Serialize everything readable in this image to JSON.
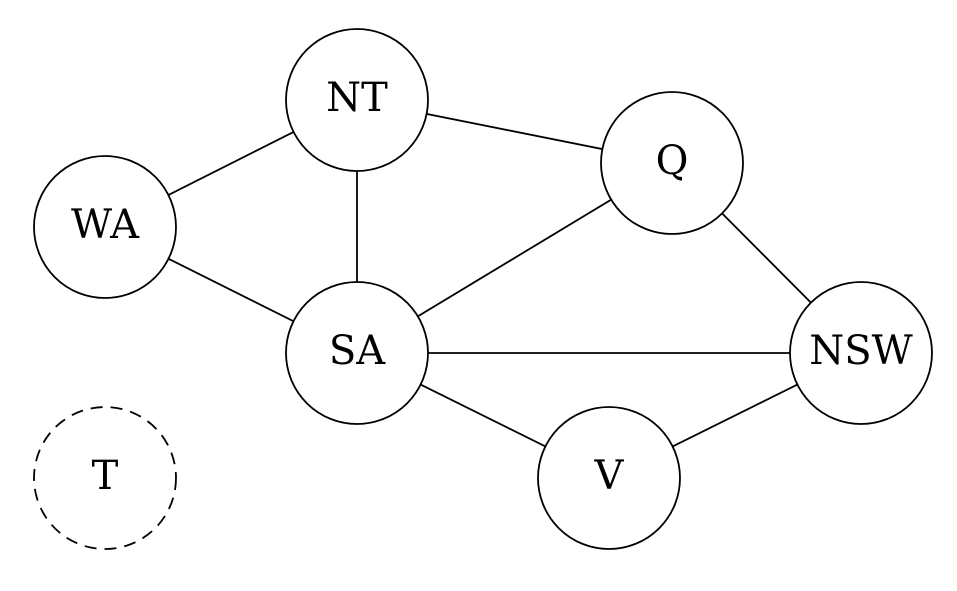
{
  "nodes": [
    {
      "id": "WA",
      "label": "WA",
      "style": "solid"
    },
    {
      "id": "NT",
      "label": "NT",
      "style": "solid"
    },
    {
      "id": "SA",
      "label": "SA",
      "style": "solid"
    },
    {
      "id": "Q",
      "label": "Q",
      "style": "solid"
    },
    {
      "id": "NSW",
      "label": "NSW",
      "style": "solid"
    },
    {
      "id": "V",
      "label": "V",
      "style": "solid"
    },
    {
      "id": "T",
      "label": "T",
      "style": "dashed"
    }
  ],
  "edges": [
    {
      "from": "WA",
      "to": "NT"
    },
    {
      "from": "WA",
      "to": "SA"
    },
    {
      "from": "NT",
      "to": "SA"
    },
    {
      "from": "NT",
      "to": "Q"
    },
    {
      "from": "SA",
      "to": "Q"
    },
    {
      "from": "SA",
      "to": "NSW"
    },
    {
      "from": "SA",
      "to": "V"
    },
    {
      "from": "Q",
      "to": "NSW"
    },
    {
      "from": "NSW",
      "to": "V"
    }
  ],
  "colors": {
    "line": "#000000",
    "background": "#ffffff"
  }
}
